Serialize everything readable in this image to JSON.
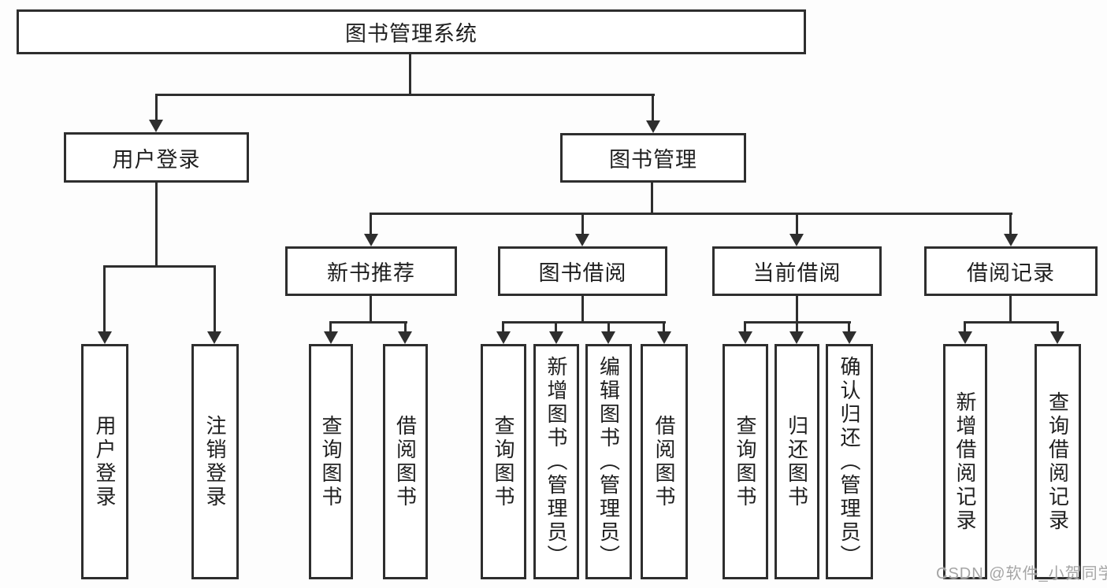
{
  "tree": {
    "root": {
      "label": "图书管理系统"
    },
    "level2": [
      {
        "label": "用户登录",
        "children": [
          {
            "label": "用户登录"
          },
          {
            "label": "注销登录"
          }
        ]
      },
      {
        "label": "图书管理",
        "children": [
          {
            "label": "新书推荐",
            "children": [
              {
                "label": "查询图书"
              },
              {
                "label": "借阅图书"
              }
            ]
          },
          {
            "label": "图书借阅",
            "children": [
              {
                "label": "查询图书"
              },
              {
                "label": "新增图书（管理员）"
              },
              {
                "label": "编辑图书（管理员）"
              },
              {
                "label": "借阅图书"
              }
            ]
          },
          {
            "label": "当前借阅",
            "children": [
              {
                "label": "查询图书"
              },
              {
                "label": "归还图书"
              },
              {
                "label": "确认归还（管理员）"
              }
            ]
          },
          {
            "label": "借阅记录",
            "children": [
              {
                "label": "新增借阅记录"
              },
              {
                "label": "查询借阅记录"
              }
            ]
          }
        ]
      }
    ]
  },
  "watermark": {
    "text": "CSDN @软件_小贺同学"
  },
  "colors": {
    "line": "#2e2e2e",
    "text": "#1f1f1f",
    "watermark": "#a5a5a5",
    "background": "#fdfdfd"
  }
}
